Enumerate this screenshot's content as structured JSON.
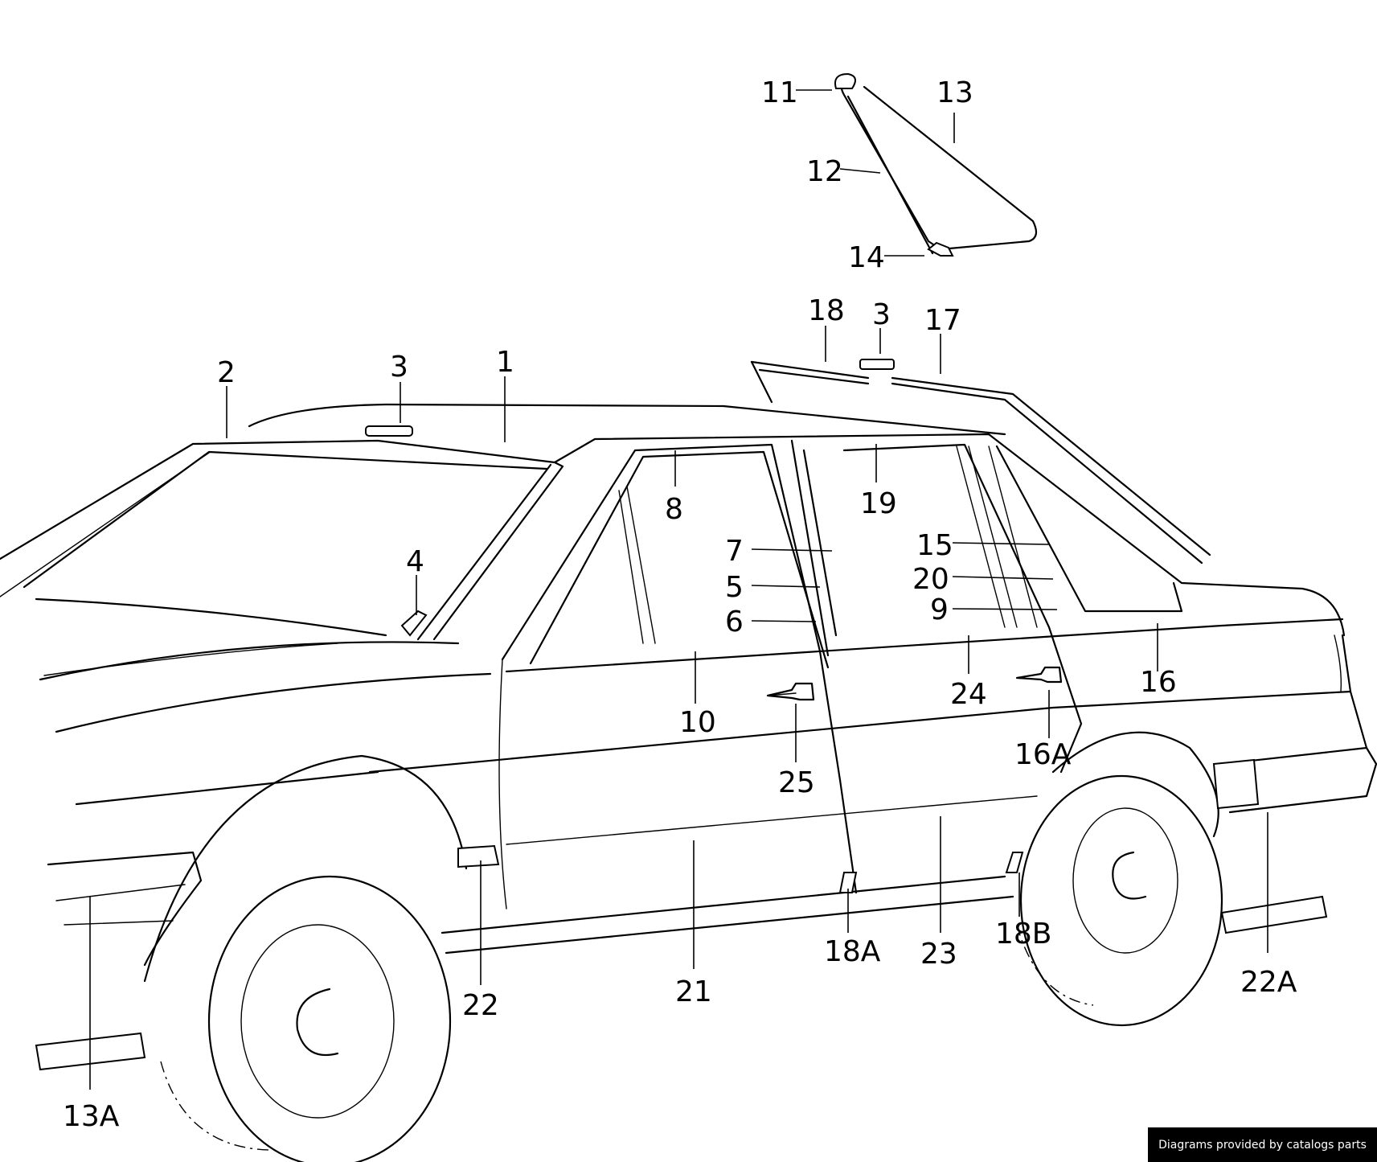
{
  "diagram": {
    "labels": {
      "l11": "11",
      "l13": "13",
      "l12": "12",
      "l14": "14",
      "l18top": "18",
      "l3top": "3",
      "l17": "17",
      "l2": "2",
      "l3": "3",
      "l1": "1",
      "l4": "4",
      "l8": "8",
      "l19": "19",
      "l7": "7",
      "l5": "5",
      "l6": "6",
      "l15": "15",
      "l20": "20",
      "l9": "9",
      "l10": "10",
      "l24": "24",
      "l16": "16",
      "l25": "25",
      "l16a": "16A",
      "l21": "21",
      "l22": "22",
      "l18a": "18A",
      "l23": "23",
      "l18b": "18B",
      "l22a": "22A",
      "l13a": "13A"
    }
  },
  "credit": {
    "text": "Diagrams provided by catalogs parts"
  }
}
